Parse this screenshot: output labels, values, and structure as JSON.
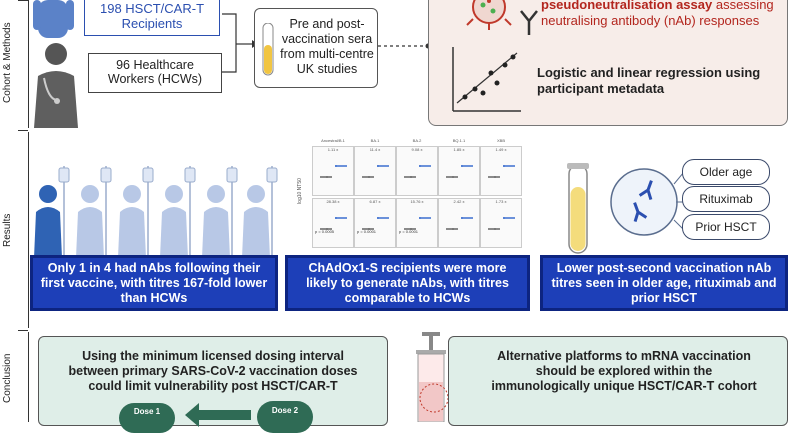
{
  "sections": {
    "cohort": "Cohort & Methods",
    "results": "Results",
    "conclusion": "Conclusion"
  },
  "cohort": {
    "patients_line1": "198 HSCT/CAR-T",
    "patients_line2": "Recipients",
    "hcw_line1": "96 Healthcare",
    "hcw_line2": "Workers (HCWs)",
    "sera_line1": "Pre and post-",
    "sera_line2": "vaccination sera",
    "sera_line3": "from multi-centre",
    "sera_line4": "UK studies"
  },
  "methods": {
    "assay_bold": "pseudoneutralisation assay",
    "assay_rest": " assessing",
    "assay_line2": "neutralising antibody (nAb) responses",
    "regression_line1": "Logistic and linear regression using",
    "regression_line2": "participant metadata"
  },
  "mini_chart": {
    "headers": [
      "Ancestral/B.1",
      "BA.1",
      "BA.2",
      "BQ.1.1",
      "XBB"
    ],
    "row1_values": [
      "1.11 x",
      "11.4 x",
      "9.08 x",
      "1.85 x",
      "1.49 x"
    ],
    "row2_values": [
      "28.38 x",
      "6.87 x",
      "15.76 x",
      "2.42 x",
      "1.73 x"
    ],
    "pvalues": [
      "p = 0.0005",
      "p = 0.0001",
      "p = 0.0001"
    ],
    "ylabel": "log10 NT50"
  },
  "results": {
    "box1": "Only 1 in 4 had nAbs following their first vaccine, with titres 167-fold lower than HCWs",
    "box2": "ChAdOx1-S recipients were more likely to generate nAbs, with titres comparable to HCWs",
    "box3": "Lower post-second vaccination nAb titres seen in older age, rituximab and prior HSCT",
    "factors": [
      "Older age",
      "Rituximab",
      "Prior HSCT"
    ]
  },
  "conclusion": {
    "left_text": "Using the minimum licensed dosing interval between primary SARS-CoV-2 vaccination doses could limit vulnerability post HSCT/CAR-T",
    "dose1": "Dose 1",
    "dose2": "Dose 2",
    "right_text": "Alternative platforms to mRNA vaccination should be explored within the immunologically unique HSCT/CAR-T cohort"
  },
  "colors": {
    "accent_blue": "#1d3fb8",
    "assay_red": "#b3261e",
    "teal_bg": "#dfeee8",
    "peach_bg": "#f7ede9",
    "dose_green": "#2f6b55"
  }
}
